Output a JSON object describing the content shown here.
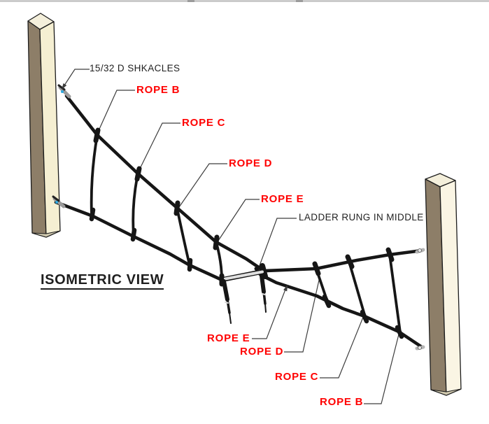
{
  "drawing": {
    "view_title": "ISOMETRIC VIEW",
    "callouts": {
      "shackles": "15/32 D SHKACLES",
      "ladder_rung": "LADDER RUNG IN MIDDLE",
      "upper": {
        "b": "ROPE B",
        "c": "ROPE C",
        "d": "ROPE D",
        "e": "ROPE E"
      },
      "lower": {
        "e": "ROPE E",
        "d": "ROPE D",
        "c": "ROPE C",
        "b": "ROPE B"
      }
    },
    "colors": {
      "callout_red": "#ff0000",
      "text_black": "#1f1f1f",
      "rope_black": "#161616",
      "leader_gray": "#3d3d3d",
      "post_face": "#f5efd2",
      "post_side": "#8d7e68",
      "post_top": "#f4efdb",
      "post_bottom": "#cfc8ae",
      "rung_light": "#e0e0e0",
      "shackle_gray": "#9b9b9b",
      "shackle_highlight": "#2ca8e0",
      "border_gray": "#c2c2c2"
    }
  }
}
